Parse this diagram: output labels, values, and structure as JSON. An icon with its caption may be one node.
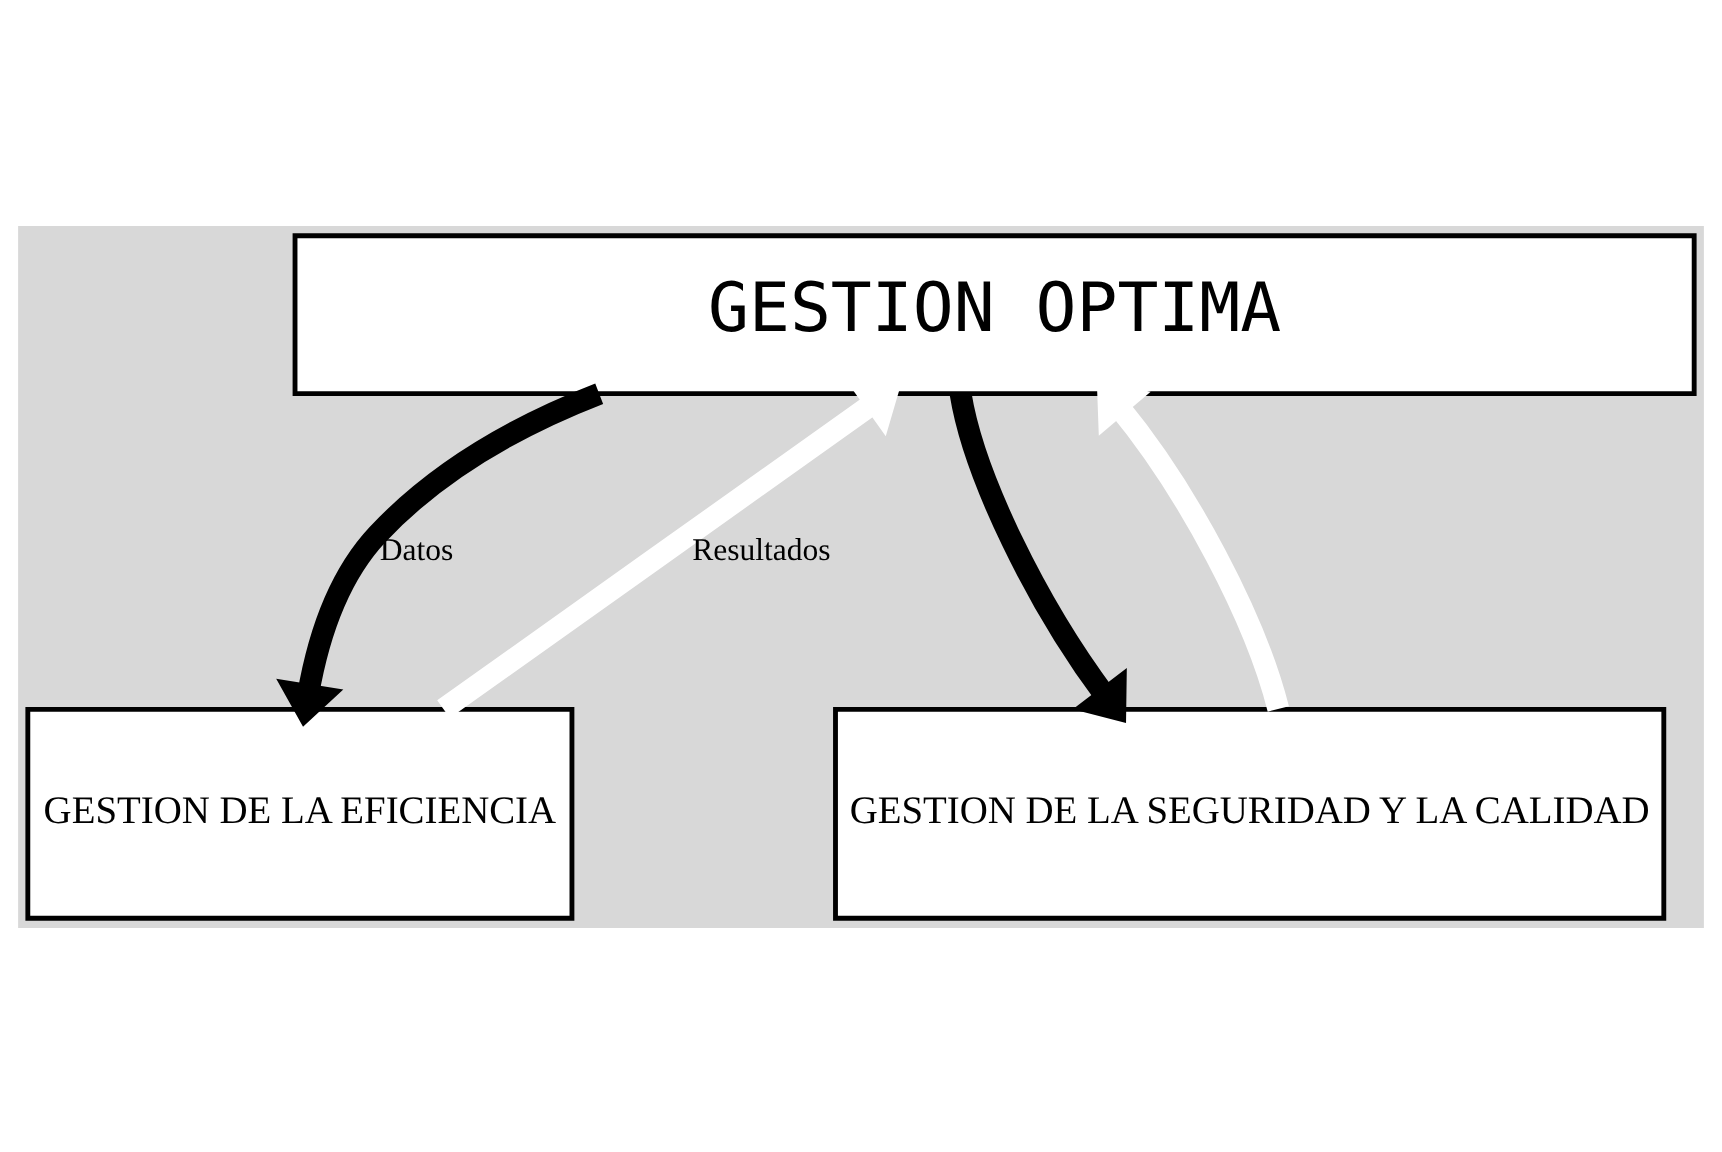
{
  "diagram": {
    "nodes": [
      {
        "text": [
          "GESTION OPTIMA"
        ]
      },
      {
        "text": [
          "GESTION DE LA EFICIENCIA"
        ]
      },
      {
        "text": [
          "GESTION DE LA SEGURIDAD Y LA CALIDAD"
        ]
      }
    ],
    "edges": [
      {
        "from": 0,
        "to": 1,
        "arrow": "to",
        "label": "Datos"
      },
      {
        "from": 1,
        "to": 0,
        "arrow": "to",
        "label": "Resultados",
        "color": "#ffffff"
      },
      {
        "from": 0,
        "to": 2,
        "arrow": "to"
      },
      {
        "from": 2,
        "to": 0,
        "arrow": "to",
        "color": "#ffffff"
      }
    ]
  }
}
